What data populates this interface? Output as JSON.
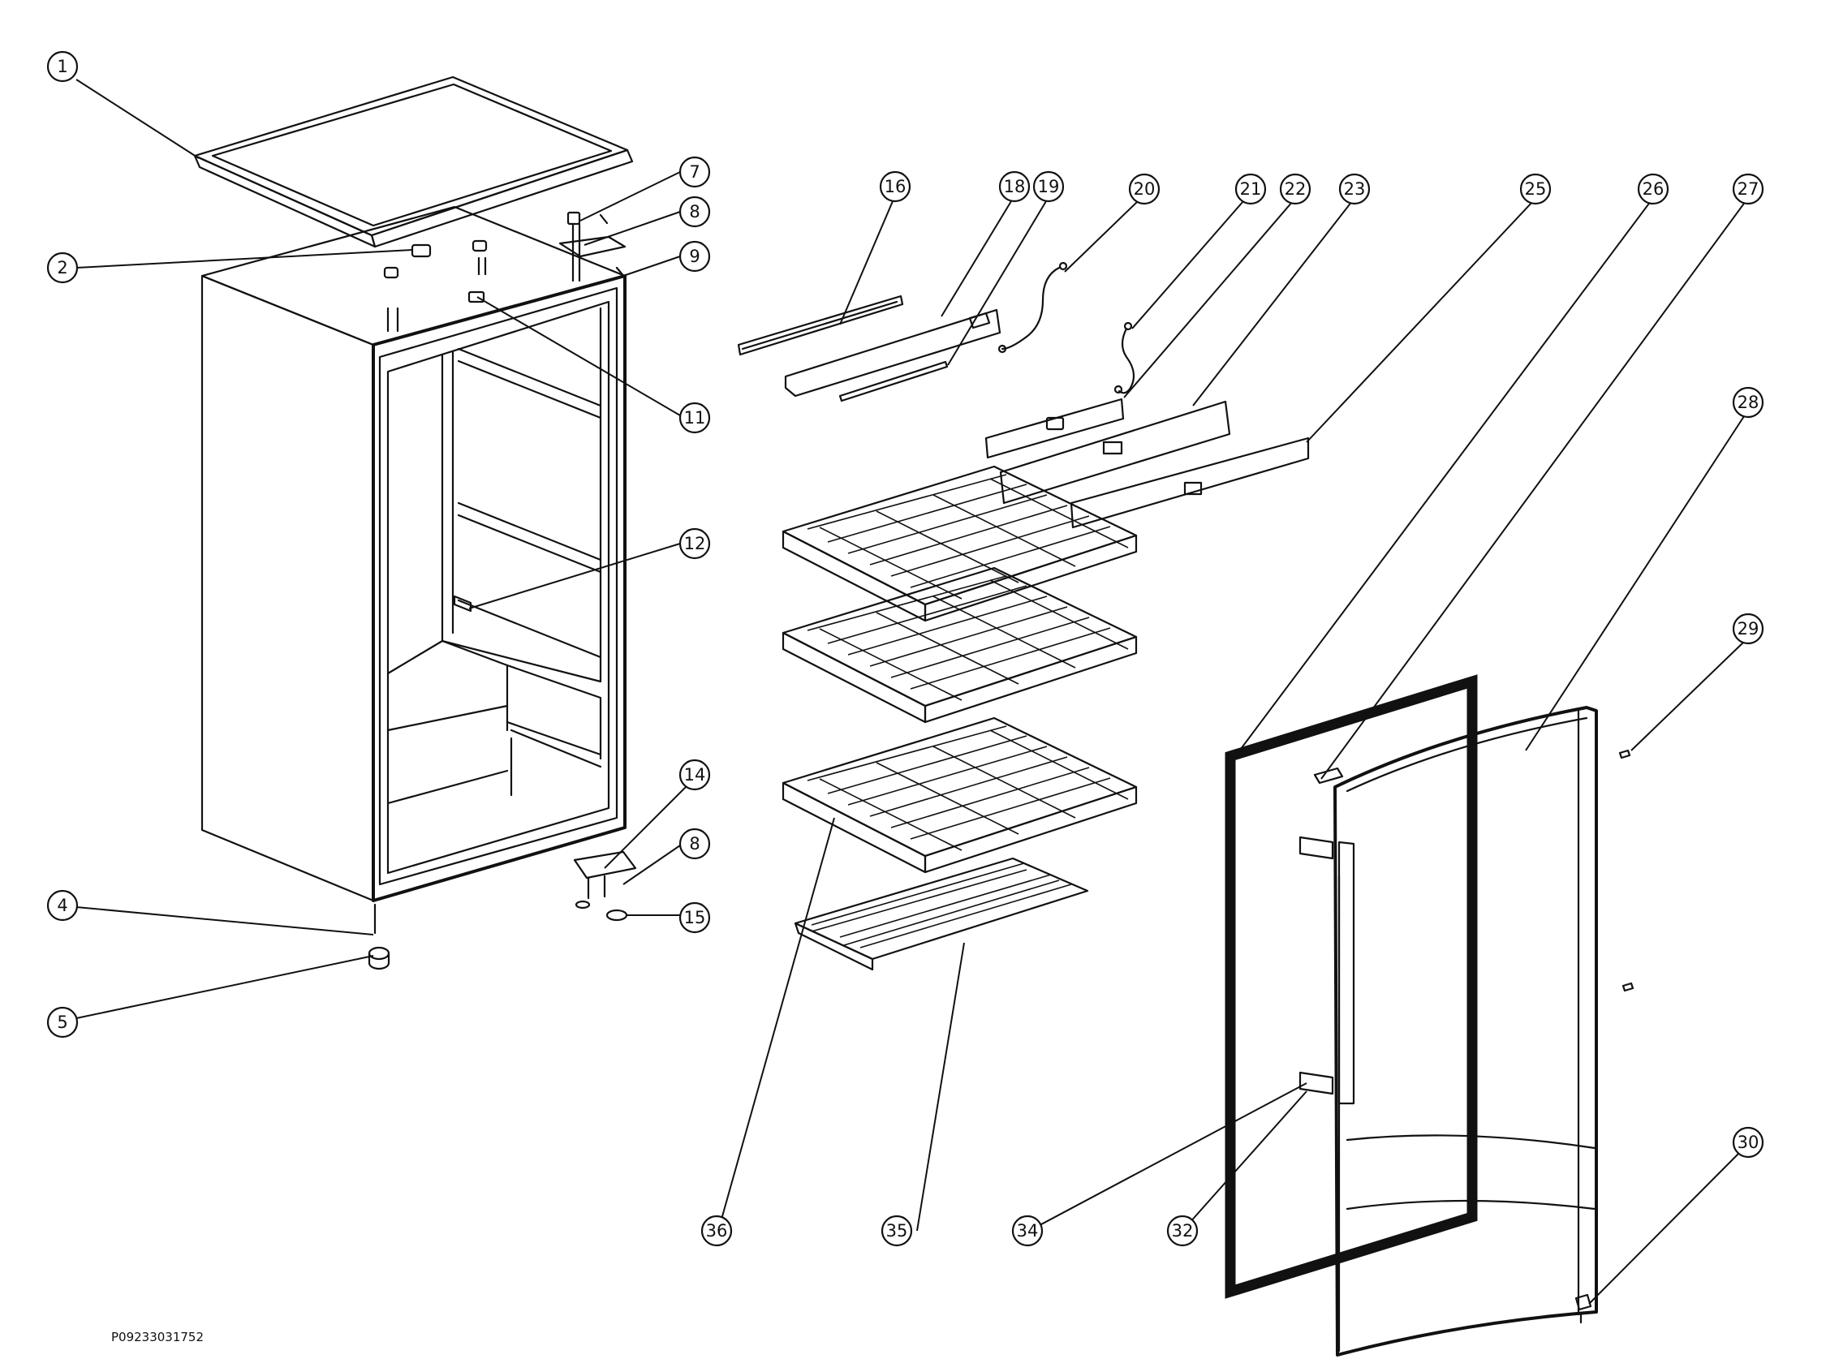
{
  "diagram": {
    "drawing_code": "P09233031752",
    "callouts": [
      "1",
      "2",
      "4",
      "5",
      "7",
      "8",
      "9",
      "11",
      "12",
      "14",
      "8",
      "15",
      "16",
      "18",
      "19",
      "20",
      "21",
      "22",
      "23",
      "25",
      "26",
      "27",
      "28",
      "29",
      "30",
      "32",
      "34",
      "35",
      "36"
    ]
  }
}
